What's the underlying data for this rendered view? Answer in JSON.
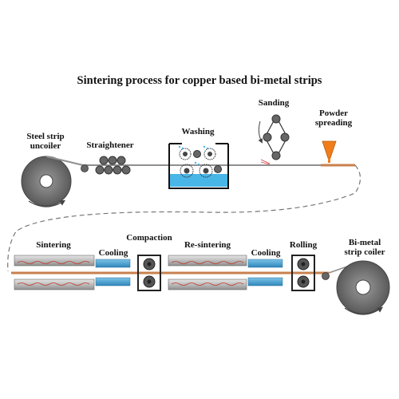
{
  "title": "Sintering process for copper based bi-metal strips",
  "stages": {
    "uncoiler": "Steel strip\nuncoiler",
    "straightener": "Straightener",
    "washing": "Washing",
    "sanding": "Sanding",
    "powder": "Powder\nspreading",
    "sintering": "Sintering",
    "cooling1": "Cooling",
    "compaction": "Compaction",
    "resintering": "Re-sintering",
    "cooling2": "Cooling",
    "rolling": "Rolling",
    "coiler": "Bi-metal\nstrip coiler"
  },
  "colors": {
    "strip": "#9a9a9a",
    "copper_strip": "#c8804e",
    "water": "#49b6e8",
    "powder": "#f07d1a",
    "cooling": "#3d9fd0",
    "heating_wave": "#c0392b"
  }
}
